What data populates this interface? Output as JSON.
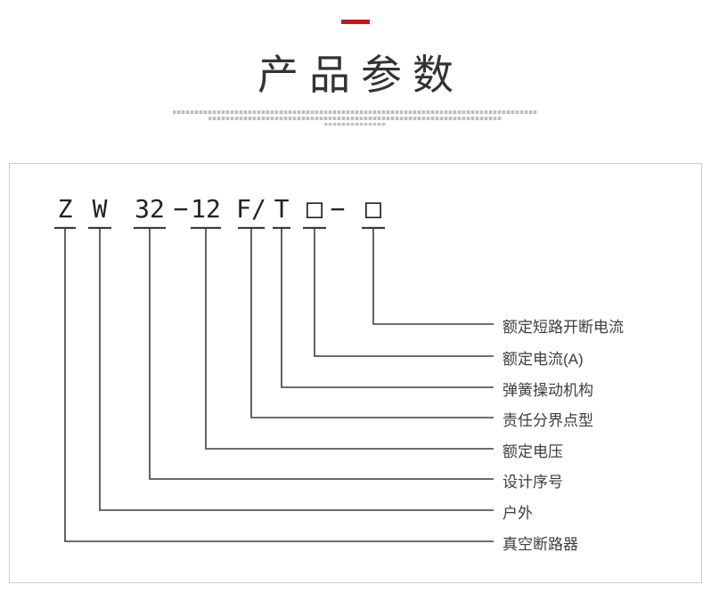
{
  "header": {
    "accent_color": "#c8161e",
    "title": "产品参数"
  },
  "diagram": {
    "code_parts": [
      "Z",
      "W",
      "32",
      "−",
      "12",
      "F/",
      "T",
      "□",
      "−",
      "□"
    ],
    "labels": [
      "额定短路开断电流",
      "额定电流(A)",
      "弹簧操动机构",
      "责任分界点型",
      "额定电压",
      "设计序号",
      "户外",
      "真空断路器"
    ]
  }
}
